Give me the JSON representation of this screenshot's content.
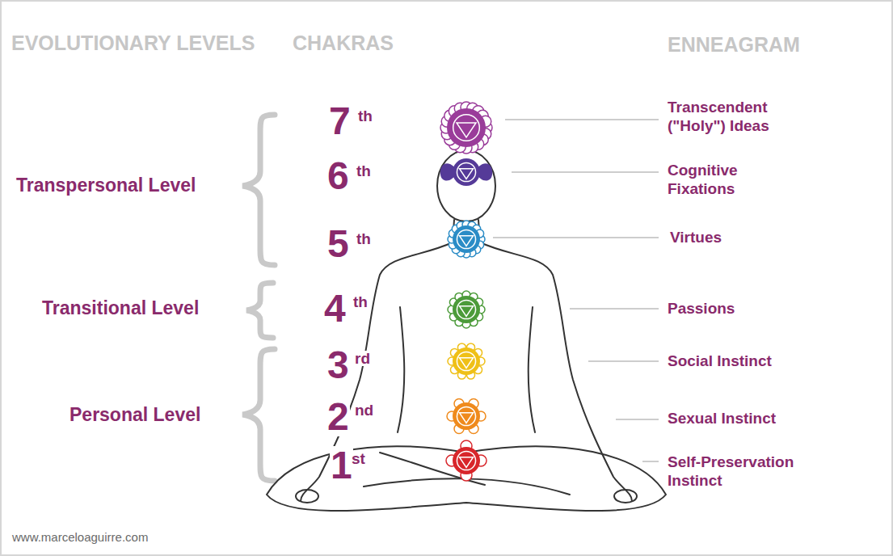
{
  "diagram": {
    "labels": [
      "EVOLUTIONARY LEVELS",
      "CHAKRAS",
      "ENNEAGRAM",
      "Transpersonal Level",
      "Transitional Level",
      "Personal Level",
      "7",
      "th",
      "6",
      "th",
      "5",
      "th",
      "4",
      "th",
      "3",
      "rd",
      "2",
      "nd",
      "1",
      "st",
      "Transcendent (\"Holy\") Ideas",
      "Cognitive Fixations",
      "Virtues",
      "Passions",
      "Social Instinct",
      "Sexual Instinct",
      "Self-Preservation Instinct",
      "www.marceloaguirre.com"
    ]
  }
}
